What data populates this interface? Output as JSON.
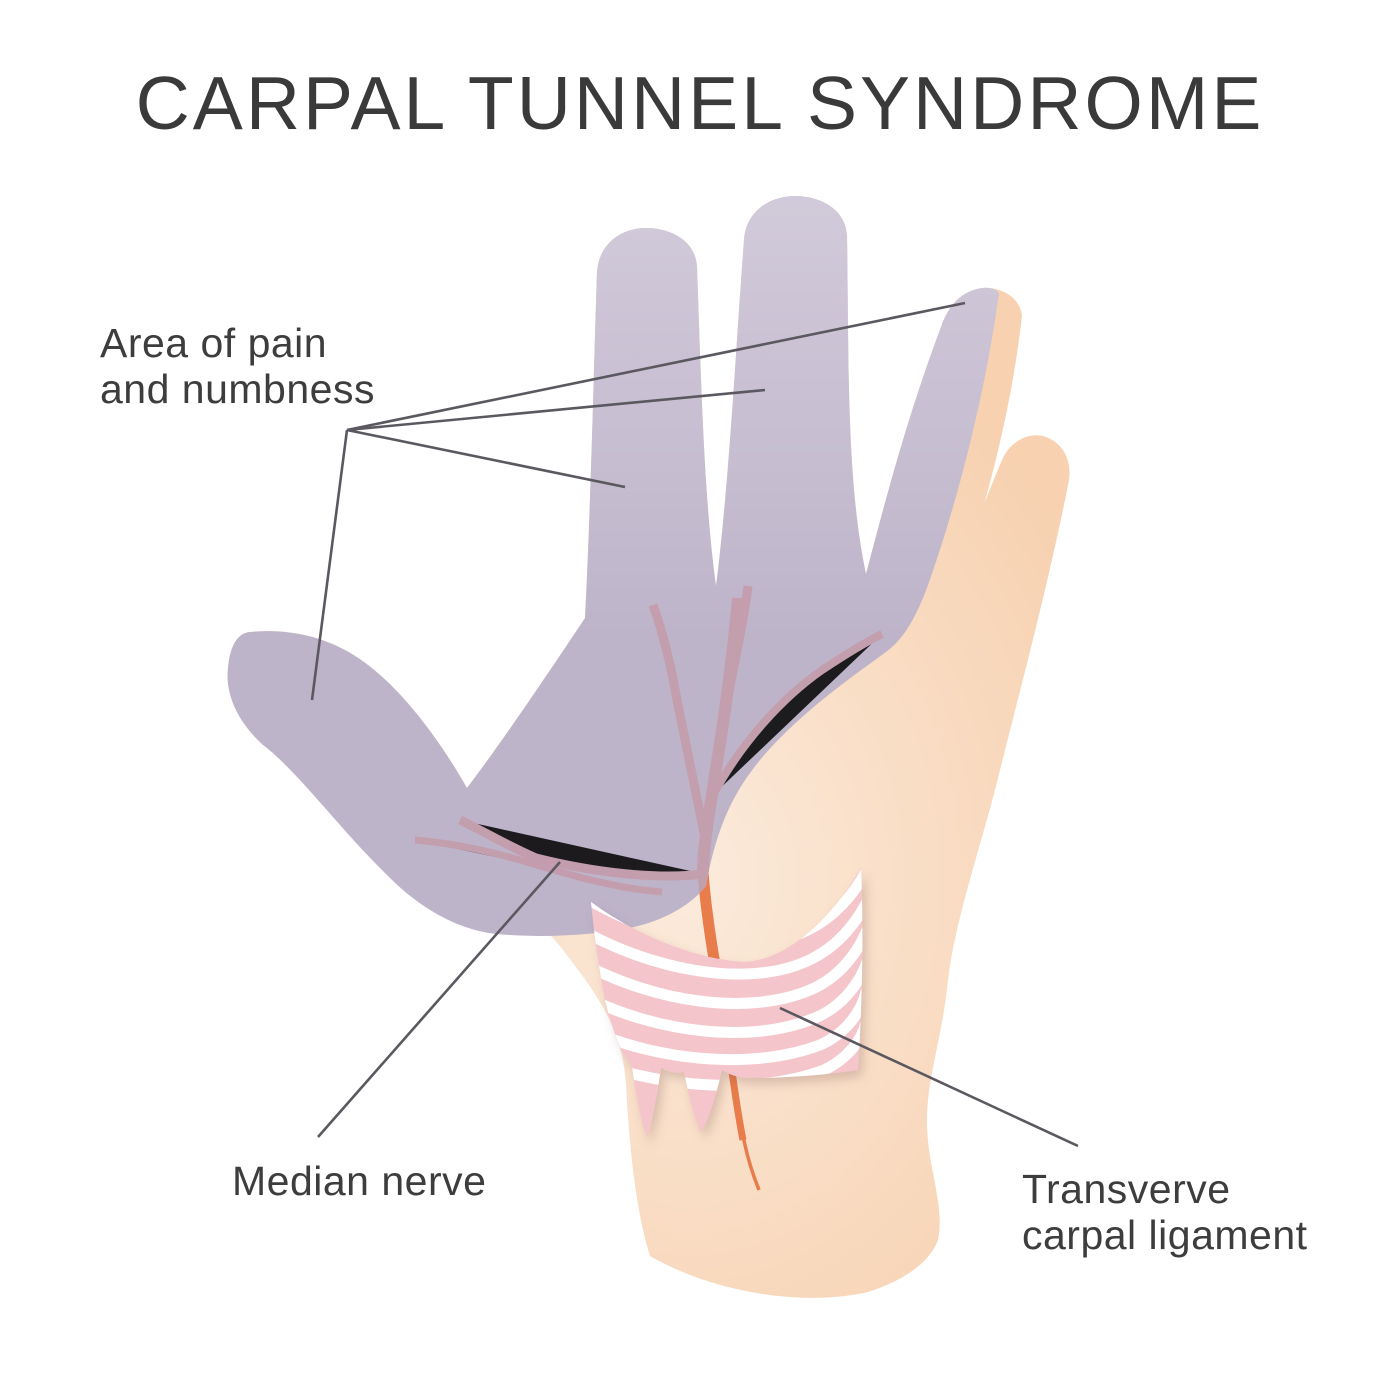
{
  "title": "CARPAL TUNNEL SYNDROME",
  "labels": {
    "area": {
      "line1": "Area of pain",
      "line2": "and numbness"
    },
    "median": {
      "text": "Median nerve"
    },
    "ligament": {
      "line1": "Transverve",
      "line2": "carpal ligament"
    }
  },
  "colors": {
    "background": "#ffffff",
    "title_text": "#3a3a3a",
    "label_text": "#3d3d3d",
    "skin": "#f7d1b0",
    "skin_highlight": "#fde9d6",
    "pain_area_purple": "#beb4ca",
    "pain_area_purple_light": "#cfc8d8",
    "nerve_orange": "#e87c4a",
    "nerve_muted": "#c59aa8",
    "ligament_pink": "#f4c6cb",
    "ligament_stripe": "#ffffff",
    "leader_line": "#5b5860"
  }
}
